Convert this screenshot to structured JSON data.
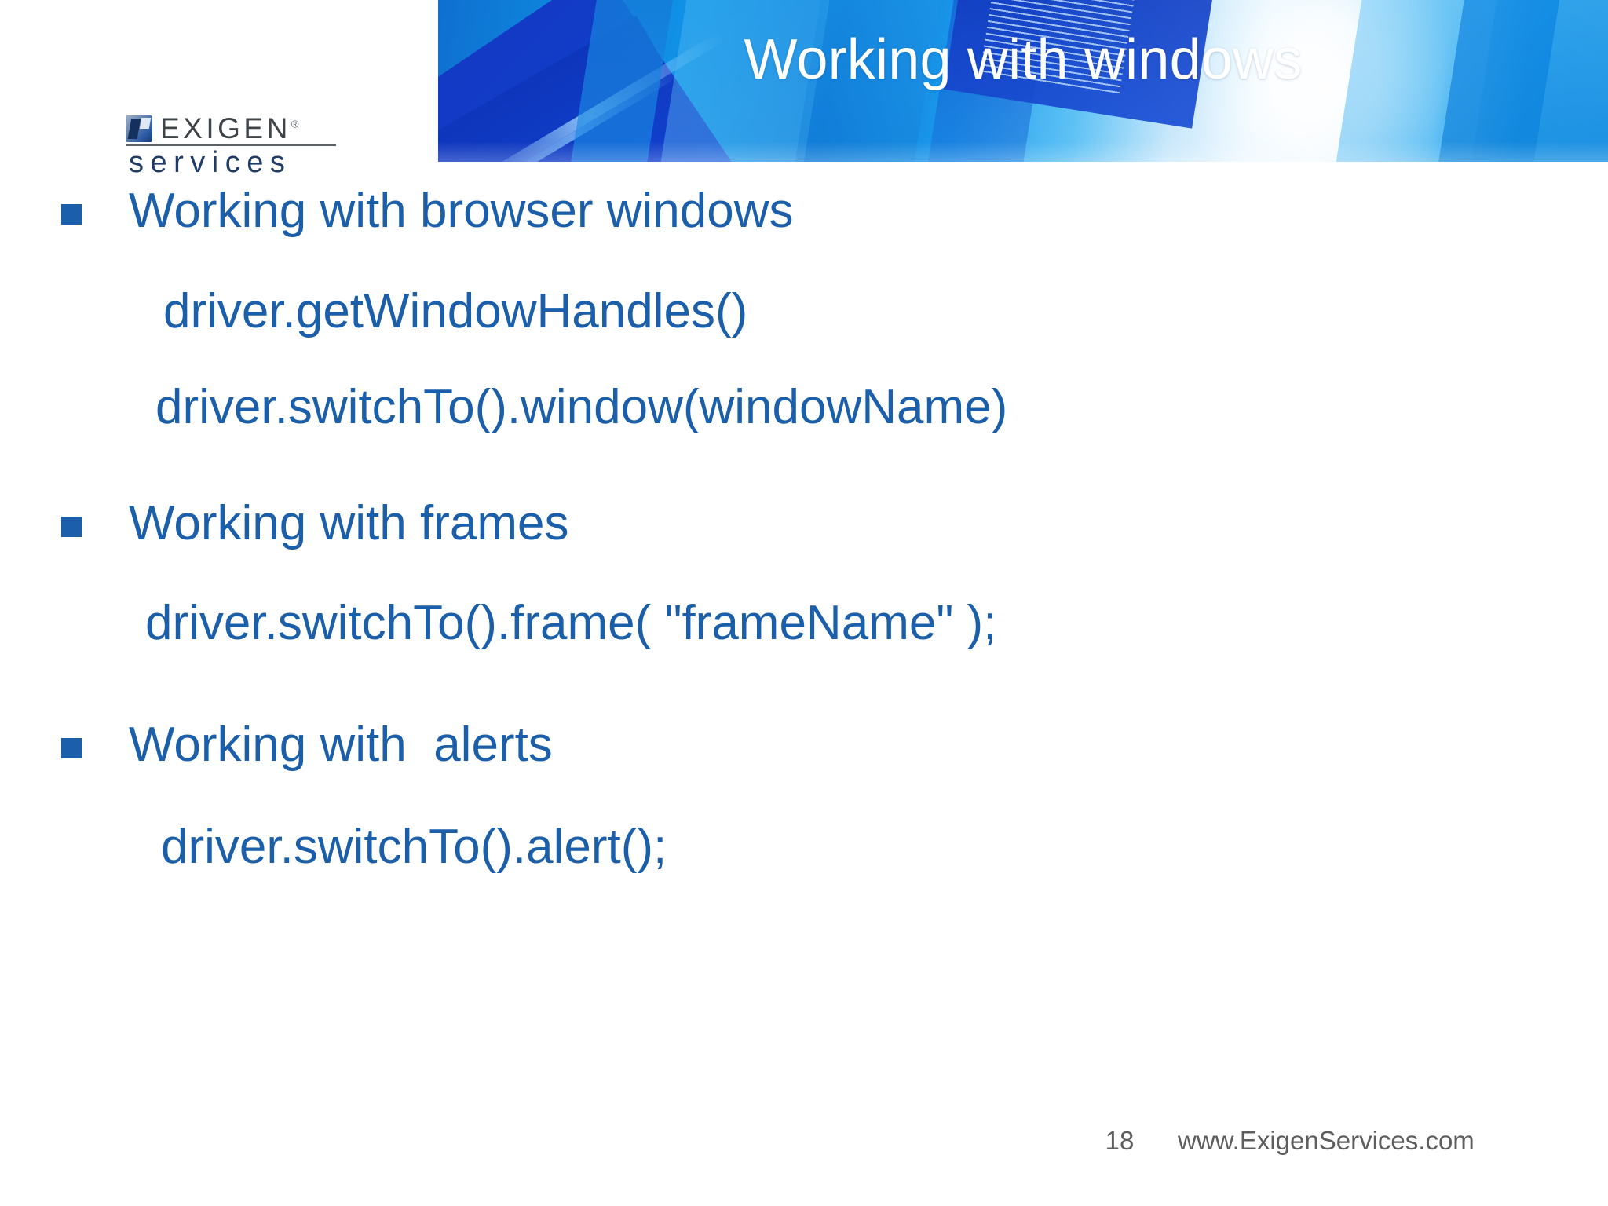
{
  "slide": {
    "title": "Working with windows",
    "background_color": "#ffffff",
    "accent_color": "#1b5faa",
    "banner_color": "#0a7fd4",
    "title_color": "#ffffff"
  },
  "logo": {
    "mark_name": "exigen-cube-mark",
    "wordmark": "EXIGEN",
    "registered": "®",
    "subtitle": "services"
  },
  "content": {
    "blocks": [
      {
        "bullet": "Working with browser windows",
        "code": [
          "driver.getWindowHandles()",
          "driver.switchTo().window(windowName)"
        ]
      },
      {
        "bullet": "Working with frames",
        "code": [
          "driver.switchTo().frame( \"frameName\" );"
        ]
      },
      {
        "bullet": "Working with  alerts",
        "code": [
          "driver.switchTo().alert();"
        ]
      }
    ]
  },
  "footer": {
    "page_number": "18",
    "url": "www.ExigenServices.com",
    "text_color": "#5e5e5e"
  }
}
